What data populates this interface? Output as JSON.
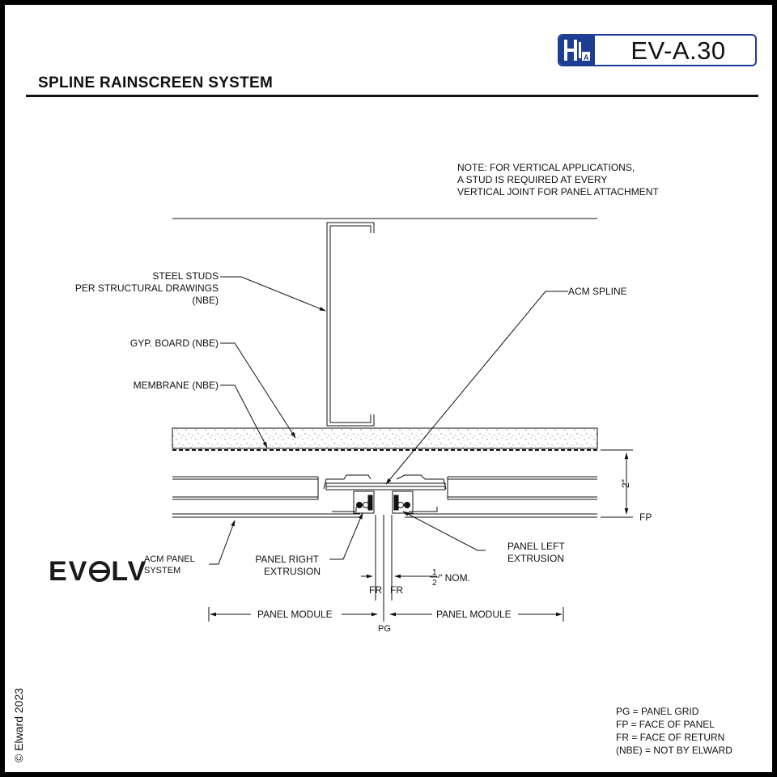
{
  "header": {
    "sheet_code": "EV-A.30",
    "title": "SPLINE RAINSCREEN SYSTEM",
    "brand_badge_icon": "elward-logo-icon",
    "accent_color": "#1e3d94"
  },
  "note": {
    "lines": [
      "NOTE: FOR VERTICAL APPLICATIONS,",
      "A STUD IS REQUIRED AT EVERY",
      "VERTICAL JOINT FOR PANEL ATTACHMENT"
    ]
  },
  "callouts": {
    "steel_studs": [
      "STEEL STUDS",
      "PER STRUCTURAL DRAWINGS",
      "(NBE)"
    ],
    "gyp_board": "GYP. BOARD  (NBE)",
    "membrane": "MEMBRANE  (NBE)",
    "acm_spline": "ACM SPLINE",
    "panel_right_extrusion": [
      "PANEL RIGHT",
      "EXTRUSION"
    ],
    "panel_left_extrusion": [
      "PANEL LEFT",
      "EXTRUSION"
    ],
    "acm_panel_system": [
      "ACM PANEL",
      "SYSTEM"
    ]
  },
  "dimensions": {
    "depth": "2\"",
    "fp": "FP",
    "fr_left": "FR",
    "fr_right": "FR",
    "gap_num": "1",
    "gap_den": "2",
    "gap_suffix": "\" NOM.",
    "panel_module_left": "PANEL MODULE",
    "panel_module_right": "PANEL MODULE",
    "pg": "PG"
  },
  "logo": {
    "text_before": "EV",
    "e_glyph": "e",
    "text_after": "LV"
  },
  "legend": [
    "PG = PANEL GRID",
    "FP = FACE OF PANEL",
    "FR = FACE OF RETURN",
    "(NBE) = NOT BY ELWARD"
  ],
  "copyright": "© Elward 2023"
}
